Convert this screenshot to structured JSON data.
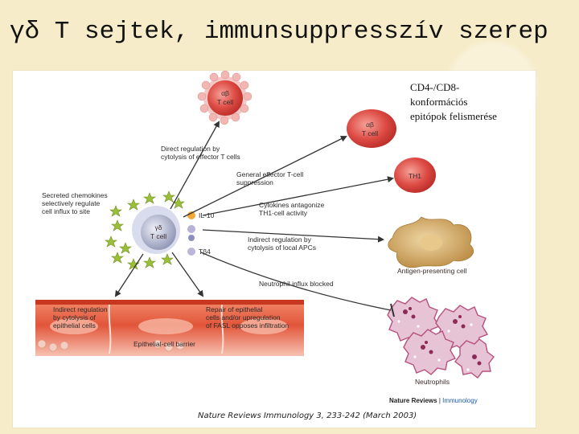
{
  "slide": {
    "title": "γδ T sejtek, immunsuppresszív szerep",
    "annotation": [
      "CD4-/CD8-",
      "konformációs",
      "epitópok felismerése"
    ],
    "citation": "Nature Reviews Immunology 3, 233-242 (March 2003)"
  },
  "figure": {
    "logo": {
      "brand": "Nature Reviews",
      "sep": " | ",
      "journal": "Immunology"
    },
    "center_cell": {
      "line1": "γδ",
      "line2": "T cell"
    },
    "top_cell": {
      "line1": "αβ",
      "line2": "T cell"
    },
    "target_cells": {
      "ab": {
        "line1": "αβ",
        "line2": "T cell"
      },
      "th1": "TH1",
      "apc": "Antigen-presenting cell",
      "neutrophils": "Neutrophils"
    },
    "molecules": {
      "il10": "IL-10",
      "tb4": "Tβ4"
    },
    "labels": {
      "direct_regulation": [
        "Direct regulation by",
        "cytolysis of effector T cells"
      ],
      "general_suppression": [
        "General effector T-cell",
        "suppression"
      ],
      "cytokines": [
        "Cytokines antagonize",
        "TH1-cell activity"
      ],
      "indirect_apc": [
        "Indirect regulation by",
        "cytolysis of local APCs"
      ],
      "neutrophil_block": "Neutrophil influx blocked",
      "chemokines": [
        "Secreted chemokines",
        "selectively regulate",
        "cell influx to site"
      ],
      "epithelial_cytolysis": [
        "Indirect regulation",
        "by cytolysis of",
        "epithelial cells"
      ],
      "epithelial_repair": [
        "Repair of epithelial",
        "cells and/or upregulation",
        "of FASL opposes infiltration"
      ],
      "barrier": "Epithelial-cell barrier"
    },
    "colors": {
      "cell_red": "#d8433f",
      "epithelium": "#e2553a",
      "apc": "#c9a05c",
      "neutrophil": "#b7507d",
      "tcell_gray": "#a8aec8"
    }
  }
}
